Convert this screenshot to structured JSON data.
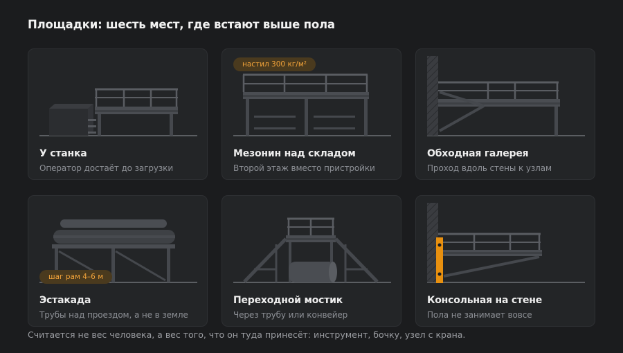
{
  "title": "Площадки: шесть мест, где встают выше пола",
  "cards": [
    {
      "heading": "У станка",
      "subtitle": "Оператор достаёт до загрузки"
    },
    {
      "heading": "Мезонин над складом",
      "subtitle": "Второй этаж вместо пристройки",
      "badge": "настил 300 кг/м²"
    },
    {
      "heading": "Обходная галерея",
      "subtitle": "Проход вдоль стены к узлам"
    },
    {
      "heading": "Эстакада",
      "subtitle": "Трубы над проездом, а не в земле",
      "badge": "шаг рам 4–6 м"
    },
    {
      "heading": "Переходной мостик",
      "subtitle": "Через трубу или конвейер"
    },
    {
      "heading": "Консольная на стене",
      "subtitle": "Пола не занимает вовсе"
    }
  ],
  "footnote": "Считается не вес человека, а вес того, что он туда принесёт: инструмент, бочку, узел с крана.",
  "colors": {
    "accent": "#f2a33a",
    "steel": "#505358",
    "highlight": "#e8900f"
  }
}
